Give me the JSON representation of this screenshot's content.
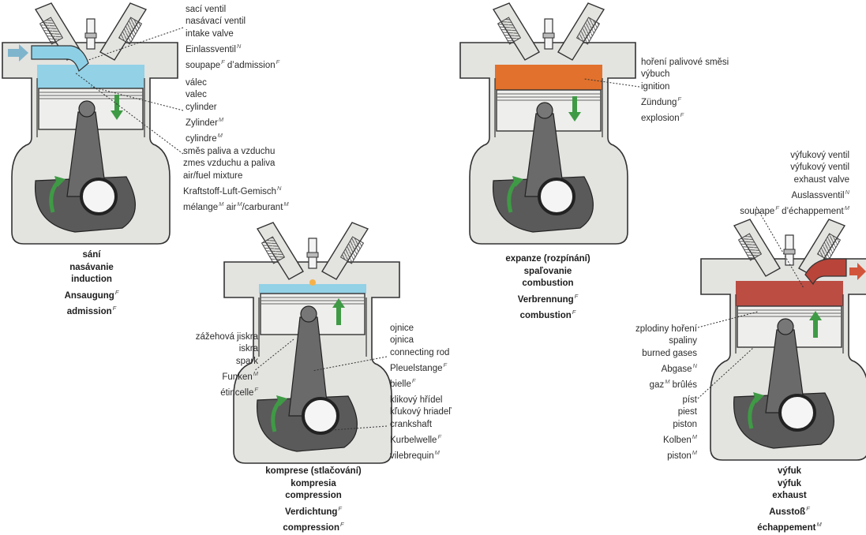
{
  "colors": {
    "intake_mixture": "#8dd0e6",
    "combustion_glow": "#e06a22",
    "exhaust_gas": "#b8443a",
    "motion_arrow": "#3f9a45",
    "engine_body": "#e3e3e0",
    "crank_dark": "#5a5a5a"
  },
  "intake": {
    "caption": [
      "sání",
      "nasávanie",
      "induction",
      {
        "t": "Ansaugung",
        "g": "F"
      },
      {
        "t": "admission",
        "g": "F"
      }
    ],
    "label_valve": [
      "sací ventil",
      "nasávací ventil",
      "intake valve",
      {
        "t": "Einlassventil",
        "g": "N"
      },
      {
        "t": "soupape",
        "g": "F",
        "t2": " d’admission",
        "g2": "F"
      }
    ],
    "label_cylinder": [
      "válec",
      "valec",
      "cylinder",
      {
        "t": "Zylinder",
        "g": "M"
      },
      {
        "t": "cylindre",
        "g": "M"
      }
    ],
    "label_mixture": [
      "směs paliva a vzduchu",
      "zmes vzduchu a paliva",
      "air/fuel mixture",
      {
        "t": "Kraftstoff-Luft-Gemisch",
        "g": "N"
      },
      {
        "t": "mélange",
        "g": "M",
        "t2": " air",
        "g2": "M",
        "t3": "/carburant",
        "g3": "M"
      }
    ]
  },
  "compression": {
    "caption": [
      "komprese (stlačování)",
      "kompresia",
      "compression",
      {
        "t": "Verdichtung",
        "g": "F"
      },
      {
        "t": "compression",
        "g": "F"
      }
    ],
    "label_spark": [
      "zážehová jiskra",
      "iskra",
      "spark",
      {
        "t": "Funken",
        "g": "M"
      },
      {
        "t": "étincelle",
        "g": "F"
      }
    ],
    "label_rod": [
      "ojnice",
      "ojnica",
      "connecting rod",
      {
        "t": "Pleuelstange",
        "g": "F"
      },
      {
        "t": "bielle",
        "g": "F"
      }
    ],
    "label_crank": [
      "klikový hřídel",
      "kľukový hriadeľ",
      "crankshaft",
      {
        "t": "Kurbelwelle",
        "g": "F"
      },
      {
        "t": "vilebrequin",
        "g": "M"
      }
    ]
  },
  "combustion": {
    "caption": [
      "expanze (rozpínání)",
      "spaľovanie",
      "combustion",
      {
        "t": "Verbrennung",
        "g": "F"
      },
      {
        "t": "combustion",
        "g": "F"
      }
    ],
    "label_ignition": [
      "hoření palivové směsi",
      "výbuch",
      "ignition",
      {
        "t": "Zündung",
        "g": "F"
      },
      {
        "t": "explosion",
        "g": "F"
      }
    ]
  },
  "exhaust": {
    "caption": [
      "výfuk",
      "výfuk",
      "exhaust",
      {
        "t": "Ausstoß",
        "g": "F"
      },
      {
        "t": "échappement",
        "g": "M"
      }
    ],
    "label_valve": [
      "výfukový ventil",
      "výfukový ventil",
      "exhaust valve",
      {
        "t": "Auslassventil",
        "g": "N"
      },
      {
        "t": "soupape",
        "g": "F",
        "t2": " d’échappement",
        "g2": "M"
      }
    ],
    "label_gases": [
      "zplodiny hoření",
      "spaliny",
      "burned gases",
      {
        "t": "Abgase",
        "g": "N"
      },
      {
        "t": "gaz",
        "g": "M",
        "t2": " brûlés"
      }
    ],
    "label_piston": [
      "píst",
      "piest",
      "piston",
      {
        "t": "Kolben",
        "g": "M"
      },
      {
        "t": "piston",
        "g": "M"
      }
    ]
  }
}
